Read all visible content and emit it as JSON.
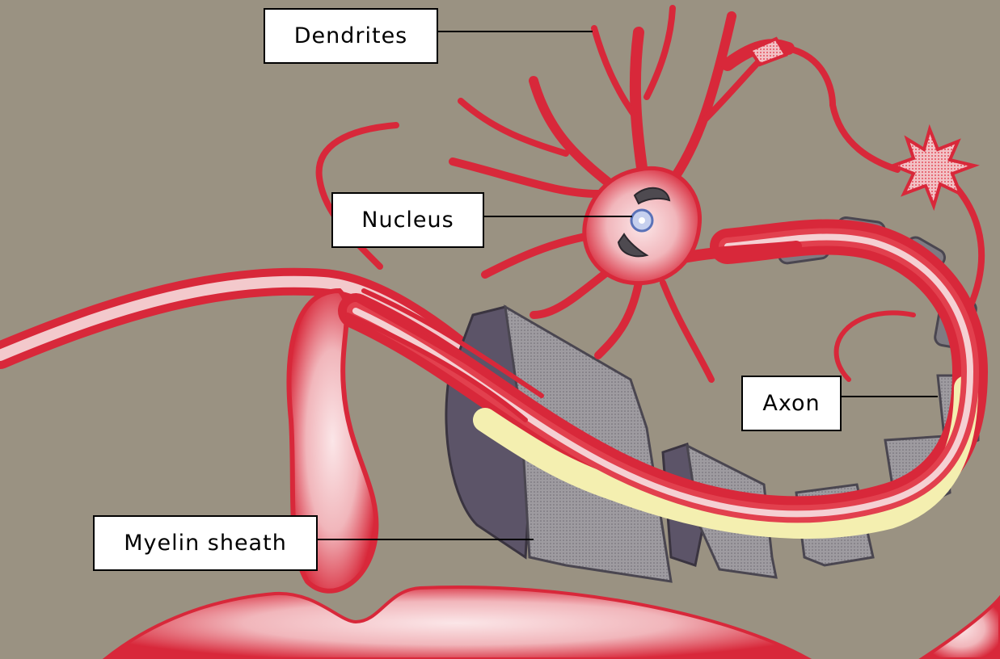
{
  "labels": {
    "dendrites": "Dendrites",
    "nucleus": "Nucleus",
    "axon": "Axon",
    "myelin_sheath": "Myelin sheath"
  },
  "colors": {
    "background": "#9a9282",
    "neuron_red": "#d8283a",
    "neuron_pink": "#f3c9cc",
    "myelin_gray": "#8d8a8e",
    "myelin_dark": "#5c5468",
    "axon_core": "#f4efb0",
    "nucleus_blue": "#8aa0d8"
  }
}
